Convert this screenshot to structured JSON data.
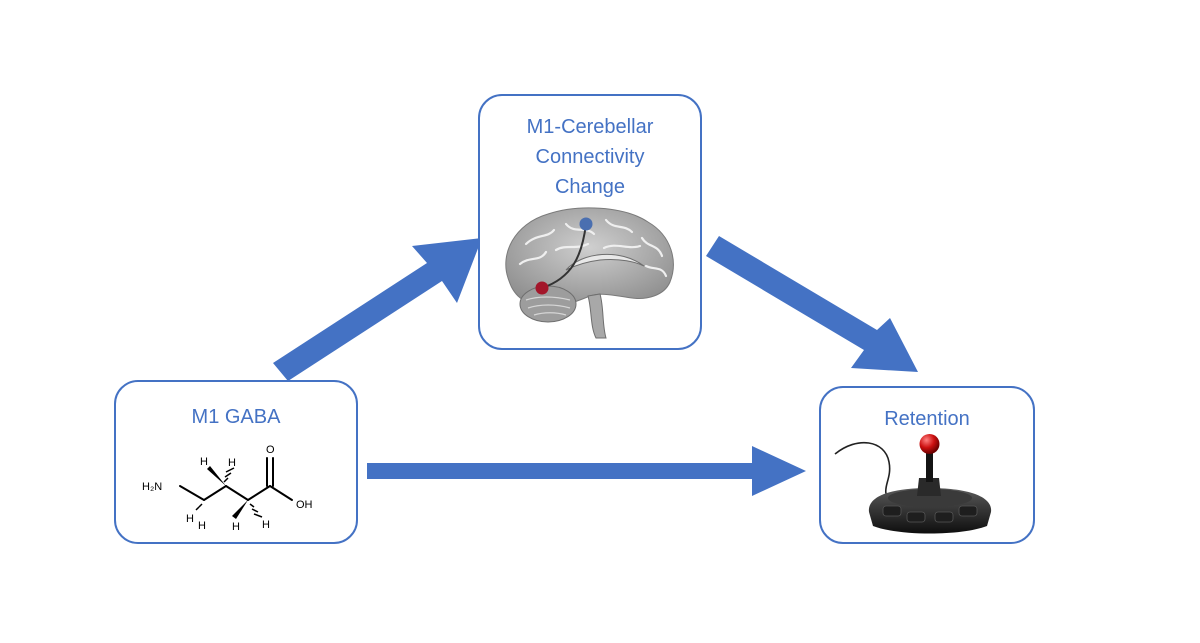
{
  "nodes": {
    "gaba": {
      "label": "M1 GABA"
    },
    "connectivity": {
      "label": "M1-Cerebellar\nConnectivity\nChange"
    },
    "retention": {
      "label": "Retention"
    }
  },
  "molecule": {
    "amine": "H₂N",
    "hydroxyl": "OH",
    "oxygen": "O",
    "hydrogen": "H"
  },
  "colors": {
    "accent": "#4472c4",
    "seed_dot": "#4a6fb0",
    "target_dot": "#a3162a"
  },
  "icons": [
    "gaba-molecule-icon",
    "brain-sagittal-icon",
    "joystick-icon"
  ]
}
